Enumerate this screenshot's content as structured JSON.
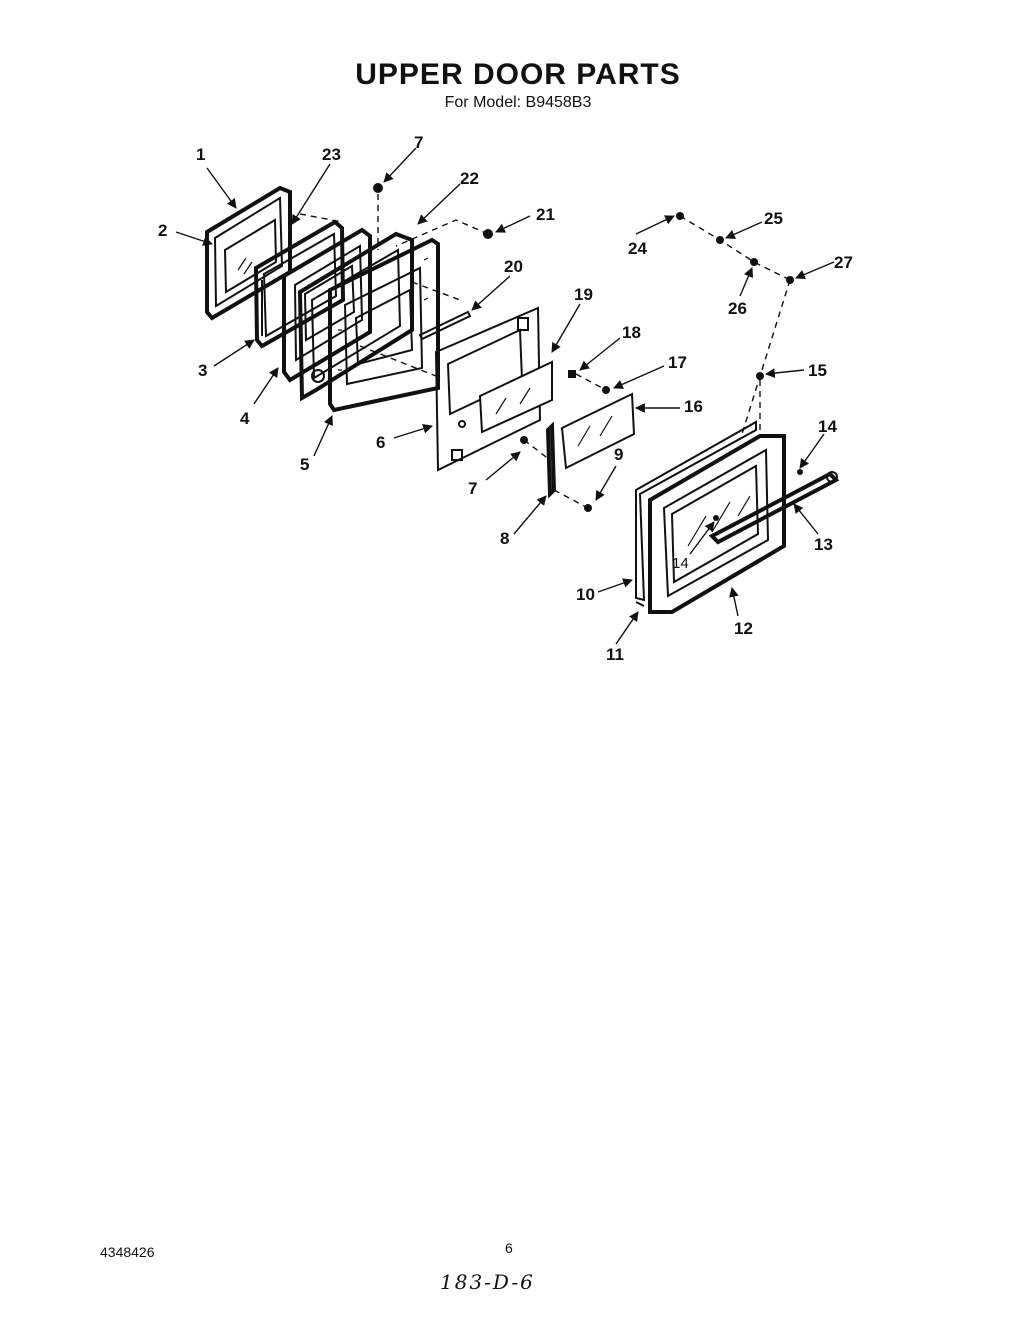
{
  "header": {
    "title": "UPPER DOOR PARTS",
    "subtitle": "For Model: B9458B3"
  },
  "footer": {
    "doc_number": "4348426",
    "page_number": "6",
    "handwritten_code": "183-D-6"
  },
  "callouts": [
    "1",
    "2",
    "3",
    "4",
    "5",
    "6",
    "7",
    "7",
    "8",
    "9",
    "10",
    "11",
    "12",
    "13",
    "14",
    "14",
    "15",
    "16",
    "17",
    "18",
    "19",
    "20",
    "21",
    "22",
    "23",
    "24",
    "25",
    "26",
    "27"
  ],
  "colors": {
    "ink": "#111111",
    "paper": "#ffffff"
  }
}
